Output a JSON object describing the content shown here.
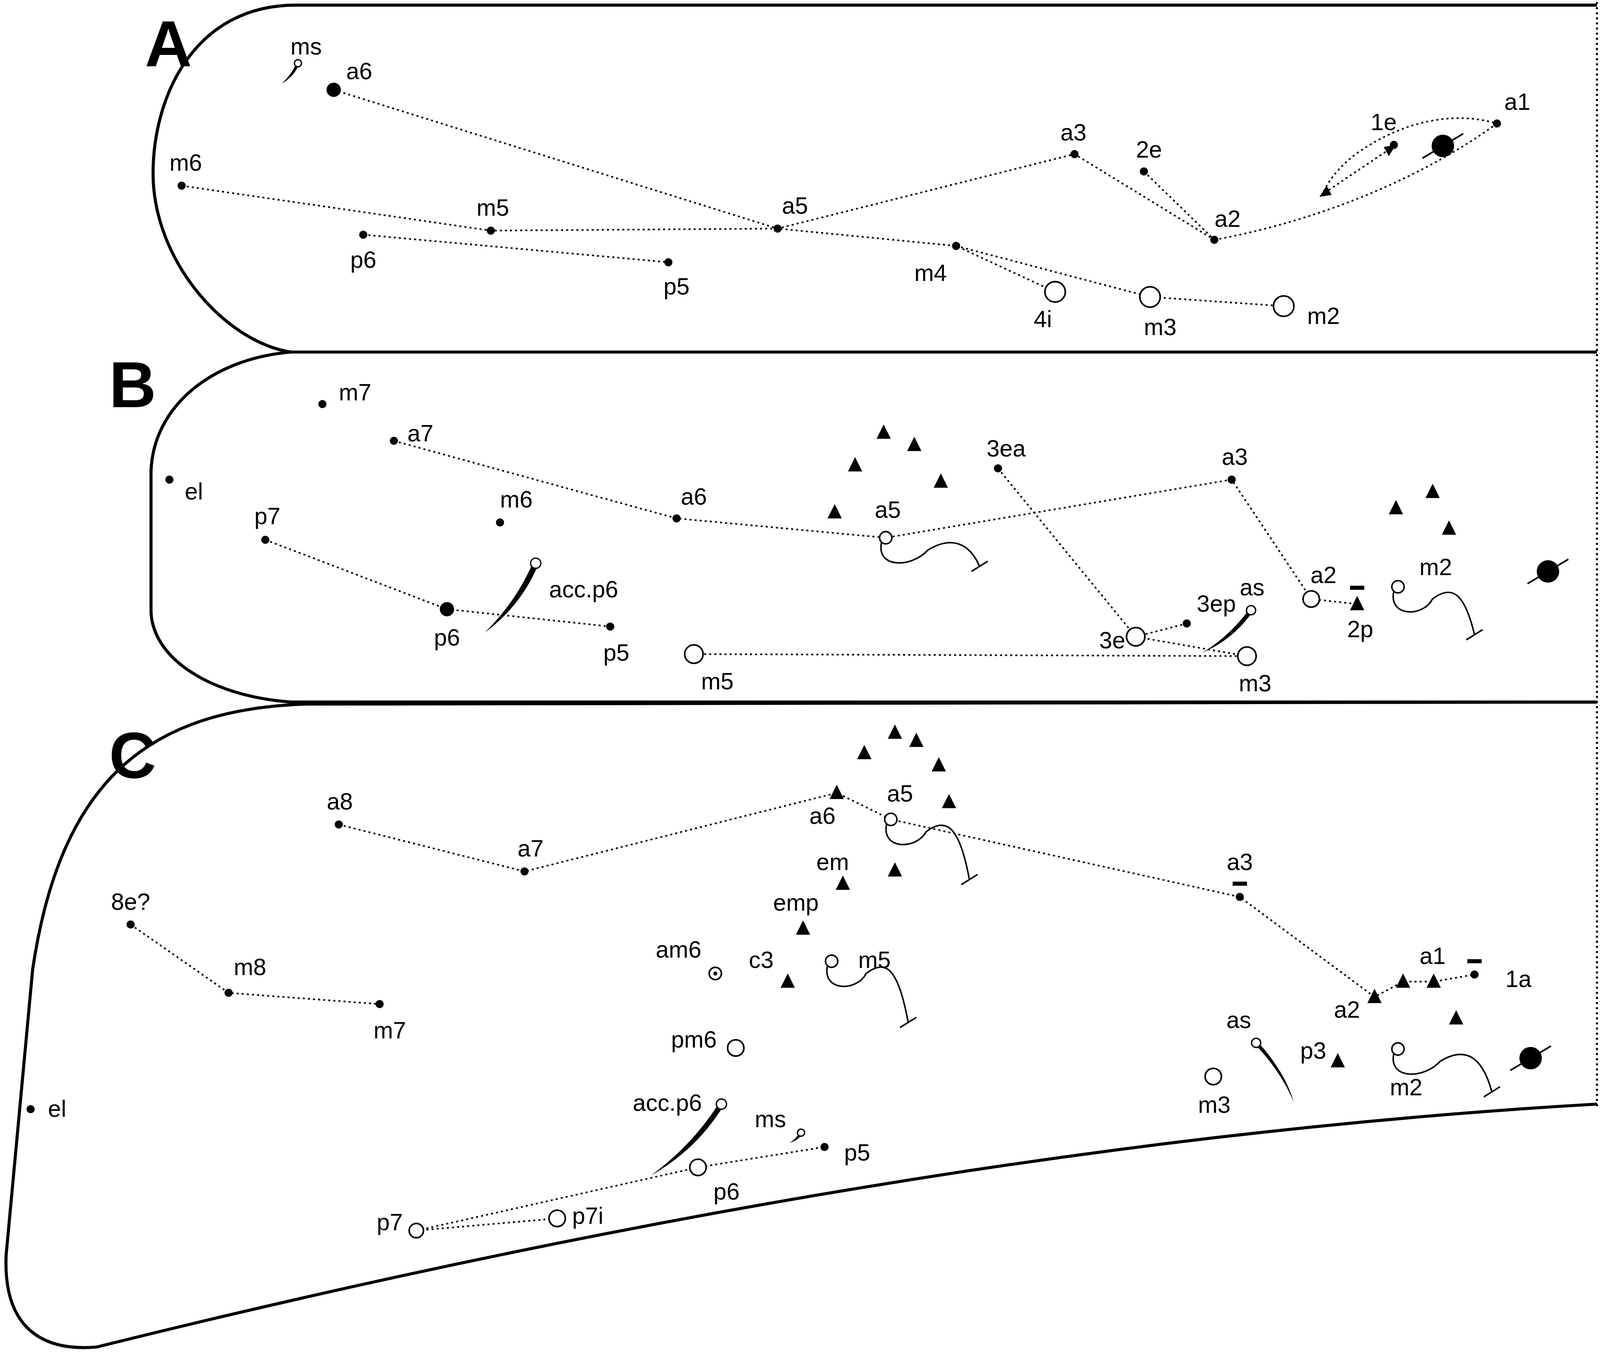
{
  "diagram": {
    "nodes": [
      {
        "text": [
          "A"
        ]
      },
      {
        "text": [
          "B"
        ]
      },
      {
        "text": [
          "C"
        ]
      }
    ],
    "labels": [
      "ms",
      "a6",
      "m6",
      "m5",
      "p6",
      "p5",
      "a5",
      "a3",
      "2e",
      "a2",
      "m4",
      "4i",
      "m3",
      "m2",
      "1e",
      "a1",
      "m7",
      "el",
      "a7",
      "p7",
      "m6",
      "acc.p6",
      "p6",
      "p5",
      "m5",
      "a6",
      "a5",
      "3ea",
      "a3",
      "3e",
      "3ep",
      "as",
      "m3",
      "a2",
      "2p",
      "m2",
      "a8",
      "8e?",
      "a7",
      "a6",
      "a5",
      "em",
      "emp",
      "c3",
      "m5",
      "am6",
      "pm6",
      "m8",
      "m7",
      "el",
      "a3",
      "a2",
      "a1",
      "1a",
      "p3",
      "as",
      "m3",
      "m2",
      "acc.p6",
      "ms",
      "p5",
      "p6",
      "p7i",
      "p7"
    ]
  }
}
